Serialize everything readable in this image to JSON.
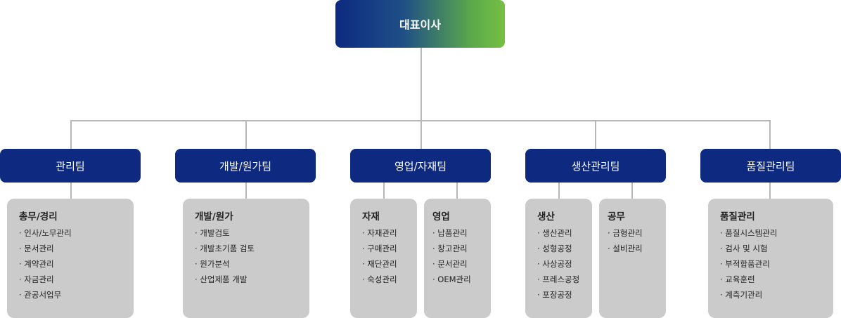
{
  "ceo": "대표이사",
  "teams": [
    {
      "name": "관리팀",
      "groups": [
        {
          "title": "총무/경리",
          "items": [
            "· 인사/노무관리",
            "· 문서관리",
            "· 계약관리",
            "· 자금관리",
            "· 관공서업무"
          ]
        }
      ]
    },
    {
      "name": "개발/원가팀",
      "groups": [
        {
          "title": "개발/원가",
          "items": [
            "· 개발검토",
            "· 개발초기품 검토",
            "· 원가분석",
            "· 산업제품 개발"
          ]
        }
      ]
    },
    {
      "name": "영업/자재팀",
      "groups": [
        {
          "title": "자재",
          "items": [
            "· 자재관리",
            "· 구매관리",
            "· 재단관리",
            "· 숙성관리"
          ]
        },
        {
          "title": "영업",
          "items": [
            "· 납품관리",
            "· 창고관리",
            "· 문서관리",
            "· OEM관리"
          ]
        }
      ]
    },
    {
      "name": "생산관리팀",
      "groups": [
        {
          "title": "생산",
          "items": [
            "· 생산관리",
            "· 성형공정",
            "· 사상공정",
            "· 프레스공정",
            "· 포장공정"
          ]
        },
        {
          "title": "공무",
          "items": [
            "· 금형관리",
            "· 설비관리"
          ]
        }
      ]
    },
    {
      "name": "품질관리팀",
      "groups": [
        {
          "title": "품질관리",
          "items": [
            "· 품질시스템관리",
            "· 검사 및 시험",
            "· 부적합품관리",
            "· 교육훈련",
            "· 계측기관리"
          ]
        }
      ]
    }
  ]
}
